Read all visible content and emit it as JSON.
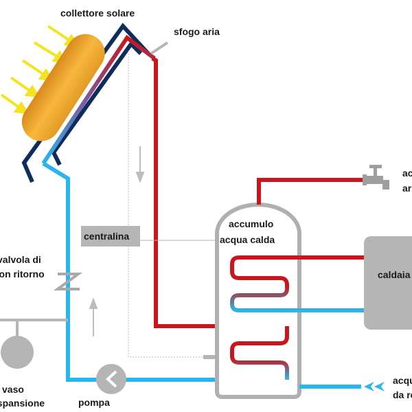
{
  "labels": {
    "collector": "collettore solare",
    "air_vent": "sfogo aria",
    "controller": "centralina",
    "tank_line1": "accumulo",
    "tank_line2": "acqua calda",
    "check_valve_line1": "valvola di",
    "check_valve_line2": "non ritorno",
    "expansion_line1": "vaso",
    "expansion_line2": "espansione",
    "pump": "pompa",
    "boiler": "caldaia",
    "hot_out_line1": "acqua",
    "hot_out_line2": "aria",
    "cold_in_line1": "acqua",
    "cold_in_line2": "da rete"
  },
  "colors": {
    "hot_pipe": "#c8161d",
    "cold_pipe": "#29b6ea",
    "collector_frame": "#0e2d5a",
    "collector_panel": "#f0a830",
    "sun_rays": "#f3e322",
    "component_gray": "#b5b5b5",
    "tank_outline": "#b0b0b0"
  }
}
